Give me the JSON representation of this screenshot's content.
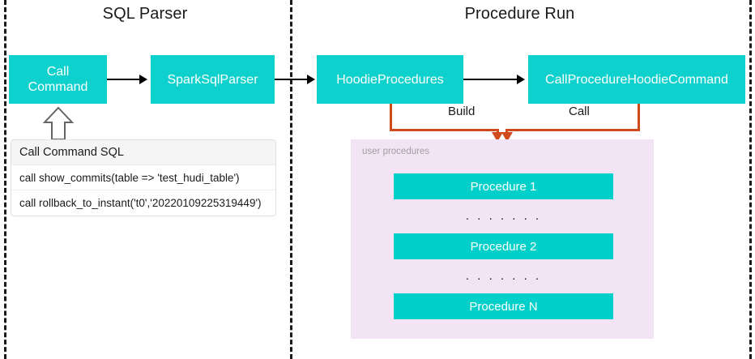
{
  "diagram": {
    "sections": [
      {
        "id": "sql-parser",
        "title": "SQL Parser"
      },
      {
        "id": "procedure-run",
        "title": "Procedure Run"
      }
    ],
    "nodes": {
      "call_command": "Call\nCommand",
      "spark_sql_parser": "SparkSqlParser",
      "hoodie_procedures": "HoodieProcedures",
      "call_procedure_hoodie_command": "CallProcedureHoodieCommand"
    },
    "edge_labels": {
      "build": "Build",
      "call": "Call"
    },
    "sql_table": {
      "header": "Call Command SQL",
      "rows": [
        "call show_commits(table => 'test_hudi_table')",
        "call rollback_to_instant('t0','20220109225319449')"
      ]
    },
    "user_procedures": {
      "label": "user procedures",
      "items": [
        {
          "name": "Procedure 1"
        },
        {
          "name": "Procedure 2"
        },
        {
          "name": "Procedure N"
        }
      ],
      "ellipsis": ". . . . . . ."
    },
    "colors": {
      "teal": "#0ed0cd",
      "panel": "#f3e4f5",
      "connector": "#cf4a1d",
      "text": "#1a1a1a",
      "muted": "#9e9e9e"
    }
  }
}
